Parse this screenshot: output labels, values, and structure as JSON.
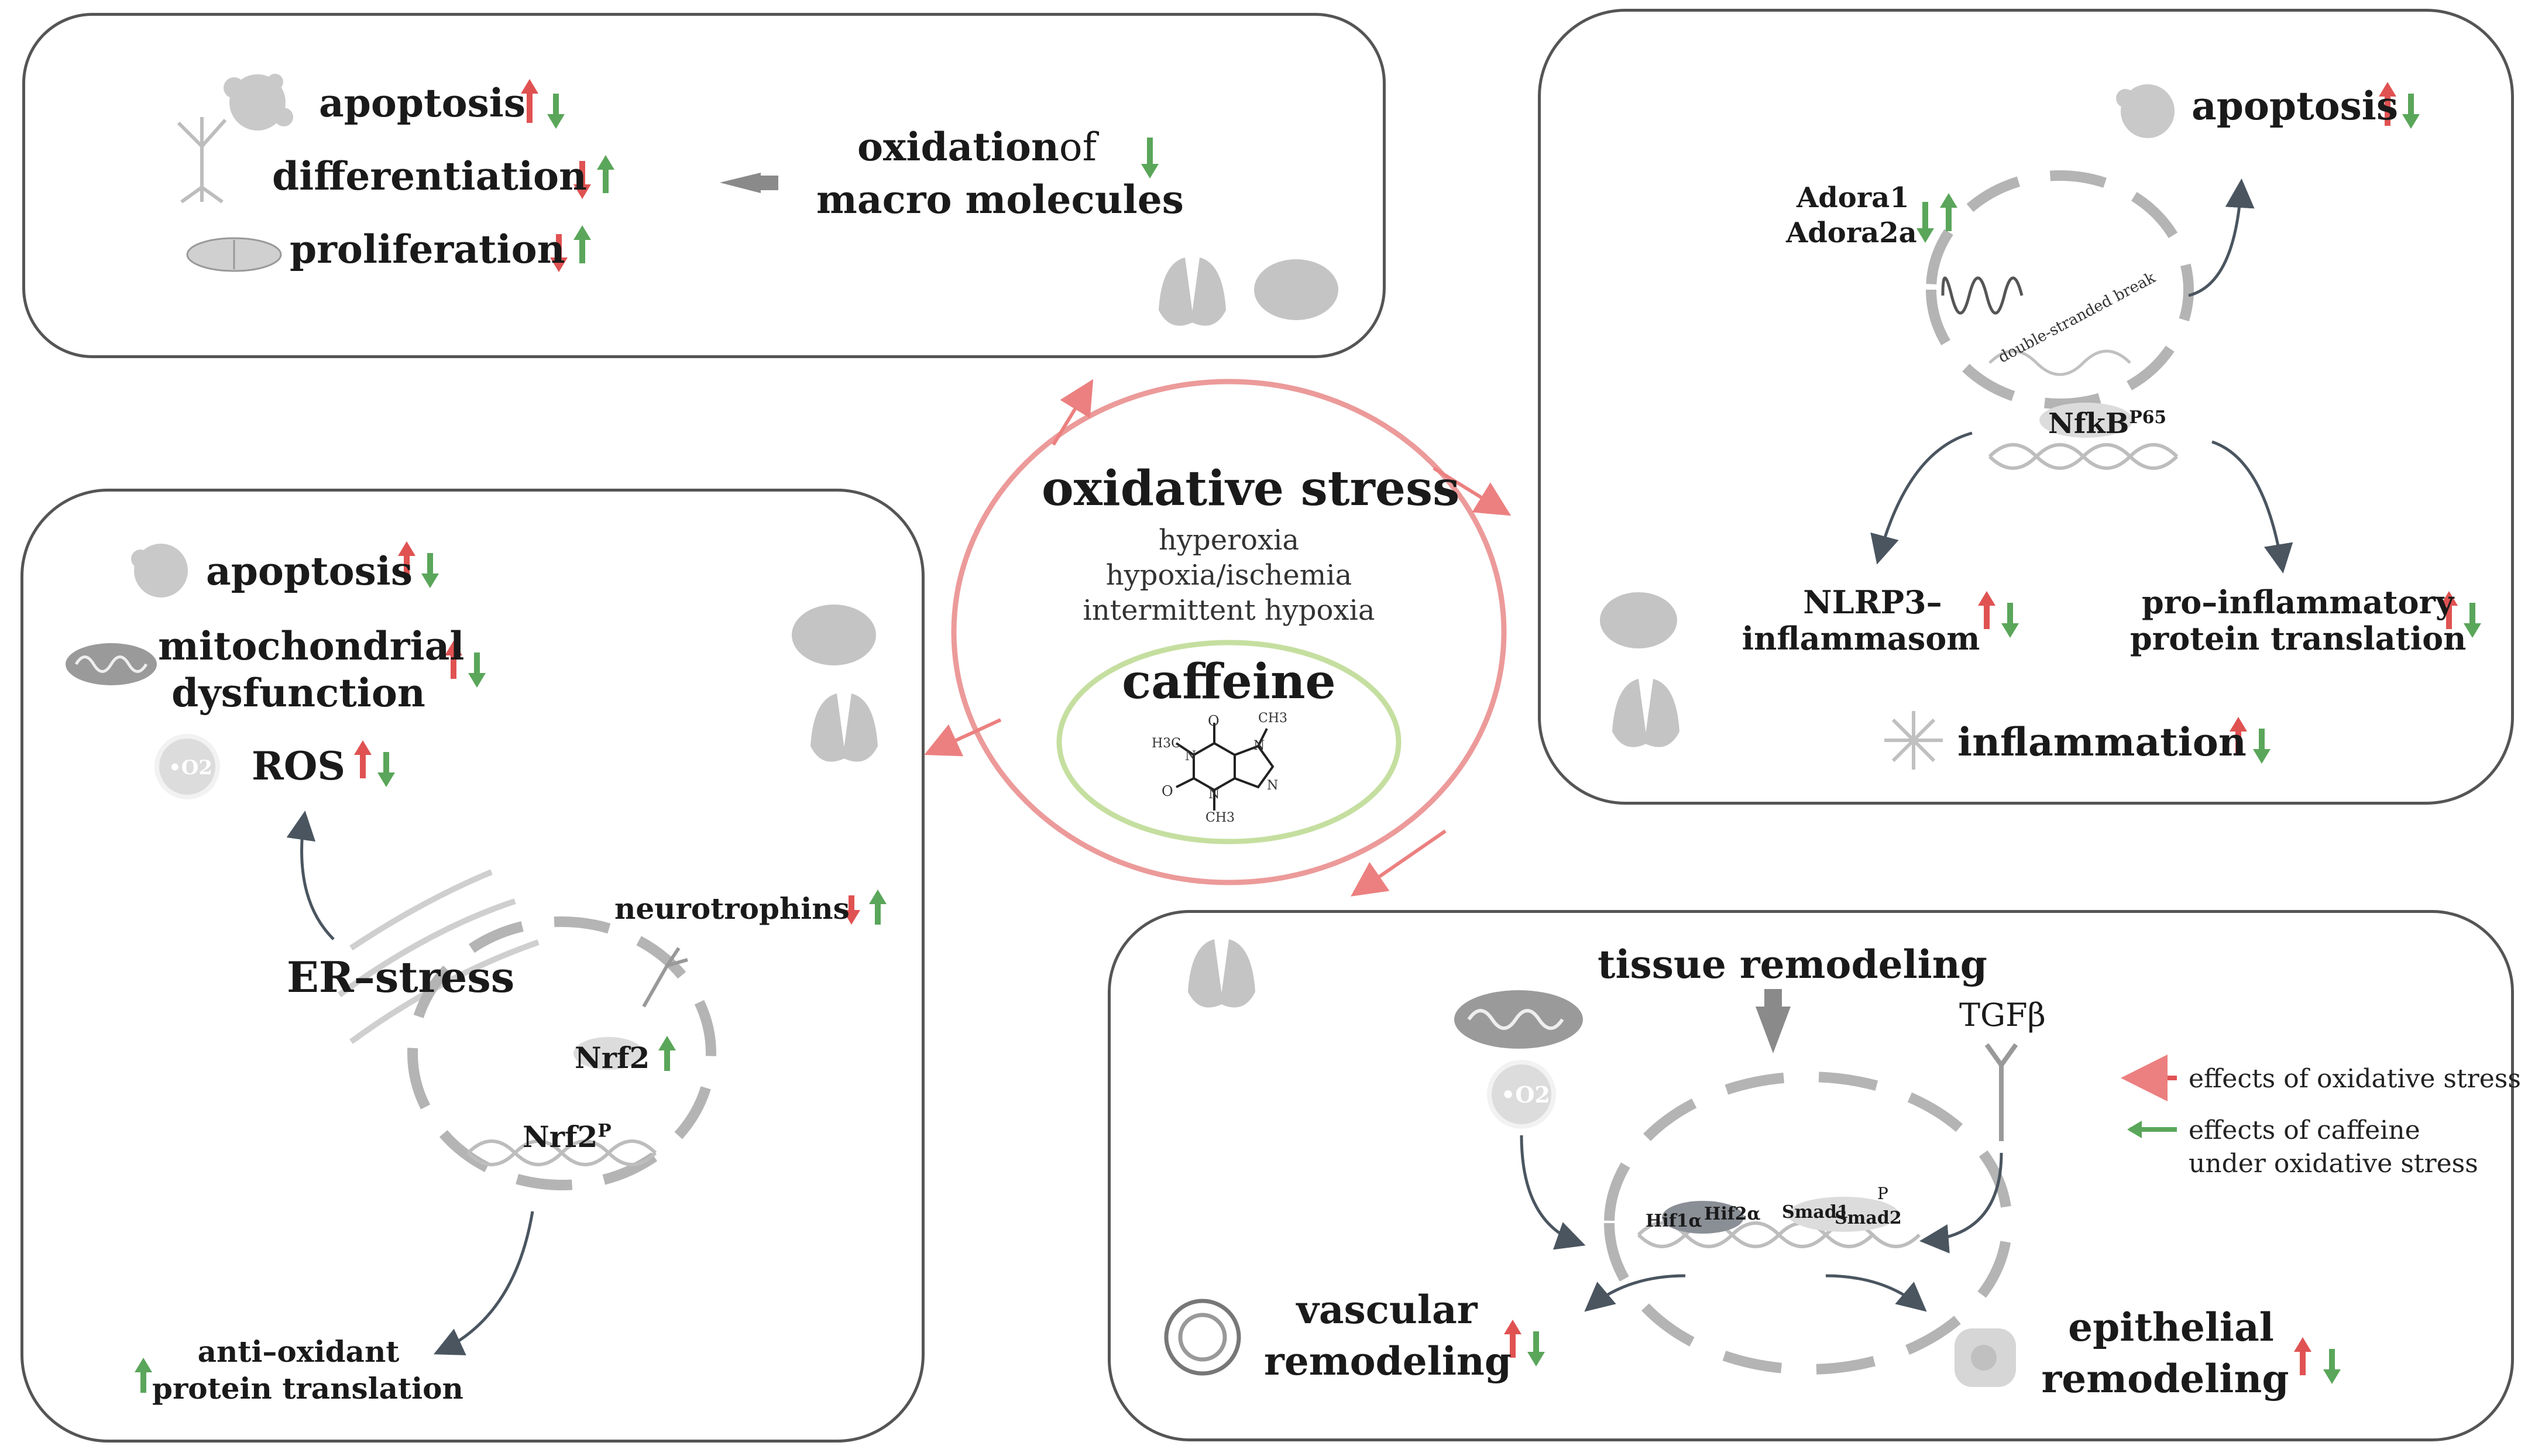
{
  "colors": {
    "oxidative_stress": "#e05252",
    "caffeine_effect": "#5aa65a",
    "outer_ring": "#ec9a9a",
    "inner_ring": "#c5dfa0",
    "panel_border": "#555555",
    "icon_gray": "#bdbdbd"
  },
  "center": {
    "title": "oxidative stress",
    "conditions": [
      "hyperoxia",
      "hypoxia/ischemia",
      "intermittent hypoxia"
    ],
    "caffeine": "caffeine",
    "molecule_atoms": {
      "ch3_top": "CH3",
      "ch3_left": "H3C",
      "ch3_bottom": "CH3",
      "o1": "O",
      "o2": "O",
      "n1": "N",
      "n2": "N",
      "n3": "N",
      "n4": "N"
    }
  },
  "top_left": {
    "apoptosis": "apoptosis",
    "differentiation": "differentiation",
    "proliferation": "proliferation",
    "oxidation": "oxidation",
    "of": "of",
    "macro_molecules": "macro molecules"
  },
  "top_right": {
    "apoptosis": "apoptosis",
    "adora1": "Adora1",
    "adora2a": "Adora2a",
    "dsb": "double-stranded break",
    "nfkb": "NfkB",
    "p65": "P65",
    "nlrp3_line1": "NLRP3–",
    "nlrp3_line2": "inflammasom",
    "proinf_line1": "pro–inflammatory",
    "proinf_line2": "protein translation",
    "inflammation": "inflammation"
  },
  "left": {
    "apoptosis": "apoptosis",
    "mito_line1": "mitochondrial",
    "mito_line2": "dysfunction",
    "ros": "ROS",
    "o2_icon": "•O2",
    "er_stress": "ER–stress",
    "neurotrophins": "neurotrophins",
    "nrf2": "Nrf2",
    "nrf2p": "Nrf2",
    "p": "P",
    "antiox_line1": "anti–oxidant",
    "antiox_line2": "protein translation"
  },
  "bottom_right": {
    "tissue_remodeling": "tissue remodeling",
    "tgfb": "TGFβ",
    "hif1a": "Hif1α",
    "hif2a": "Hif2α",
    "smad1": "Smad1",
    "smad2": "Smad2",
    "p": "P",
    "o2_icon": "•O2",
    "vascular_line1": "vascular",
    "vascular_line2": "remodeling",
    "epithelial_line1": "epithelial",
    "epithelial_line2": "remodeling"
  },
  "legend": {
    "oxidative": "effects of oxidative stress",
    "caffeine_line1": "effects of caffeine",
    "caffeine_line2": "under oxidative stress"
  }
}
